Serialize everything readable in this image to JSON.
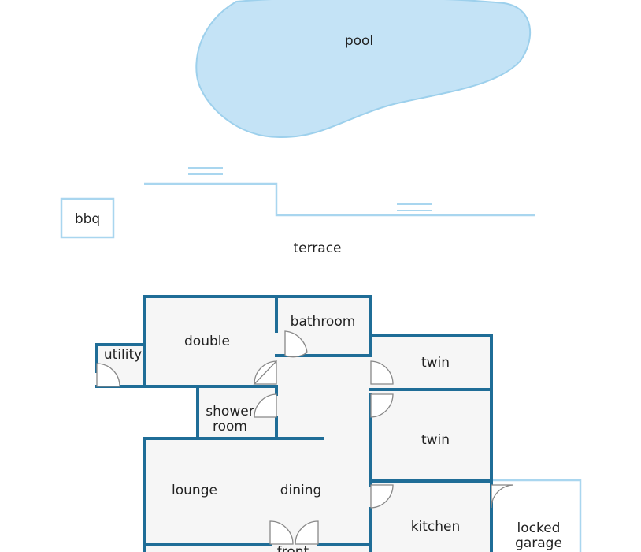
{
  "labels": {
    "pool": "pool",
    "bbq": "bbq",
    "terrace": "terrace",
    "double": "double",
    "bathroom": "bathroom",
    "utility": "utility",
    "twin_upper": "twin",
    "twin_lower": "twin",
    "shower_line1": "shower",
    "shower_line2": "room",
    "lounge": "lounge",
    "dining": "dining",
    "kitchen": "kitchen",
    "garage_line1": "locked",
    "garage_line2": "garage",
    "front": "front"
  },
  "colors": {
    "wall": "#1f6d97",
    "room_fill": "#f6f6f6",
    "pool_fill": "#c4e3f6",
    "pool_stroke": "#9dd0ec",
    "outdoor_line": "#a9d6ef",
    "door": "#888888"
  }
}
